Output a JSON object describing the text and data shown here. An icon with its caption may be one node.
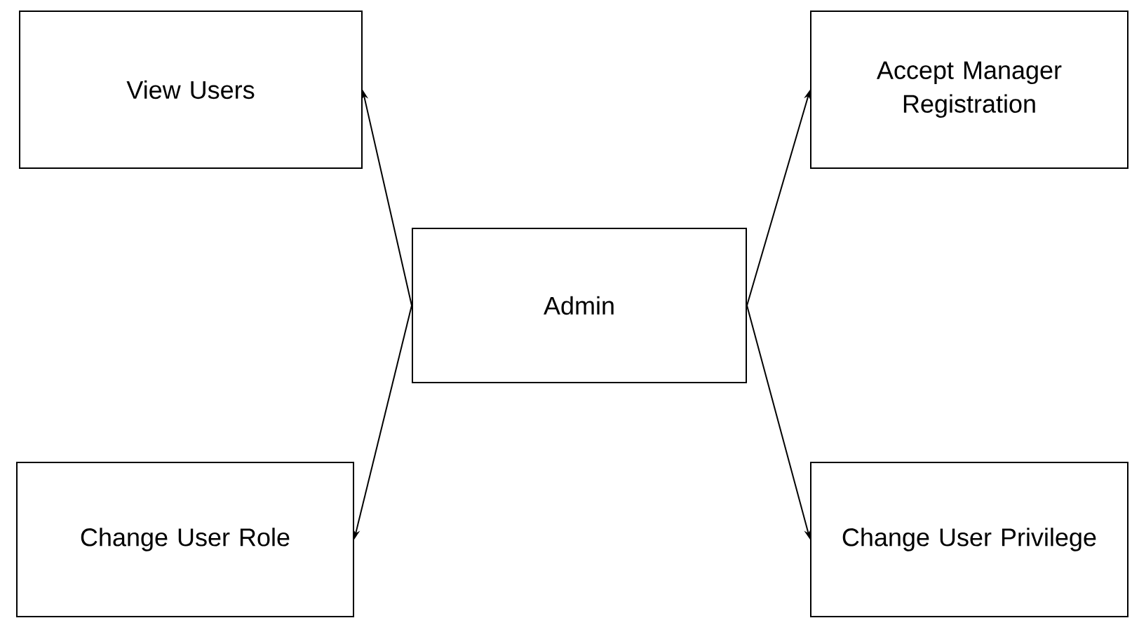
{
  "diagram": {
    "nodes": [
      {
        "text": [
          "View Users"
        ]
      },
      {
        "text": [
          "Accept Manager Registration"
        ]
      },
      {
        "text": [
          "Admin"
        ]
      },
      {
        "text": [
          "Change User Role"
        ]
      },
      {
        "text": [
          "Change User Privilege"
        ]
      }
    ],
    "edges": [
      {
        "from": 2,
        "to": 0,
        "arrow": "to"
      },
      {
        "from": 2,
        "to": 1,
        "arrow": "to"
      },
      {
        "from": 2,
        "to": 3,
        "arrow": "to"
      },
      {
        "from": 2,
        "to": 4,
        "arrow": "to"
      }
    ]
  }
}
